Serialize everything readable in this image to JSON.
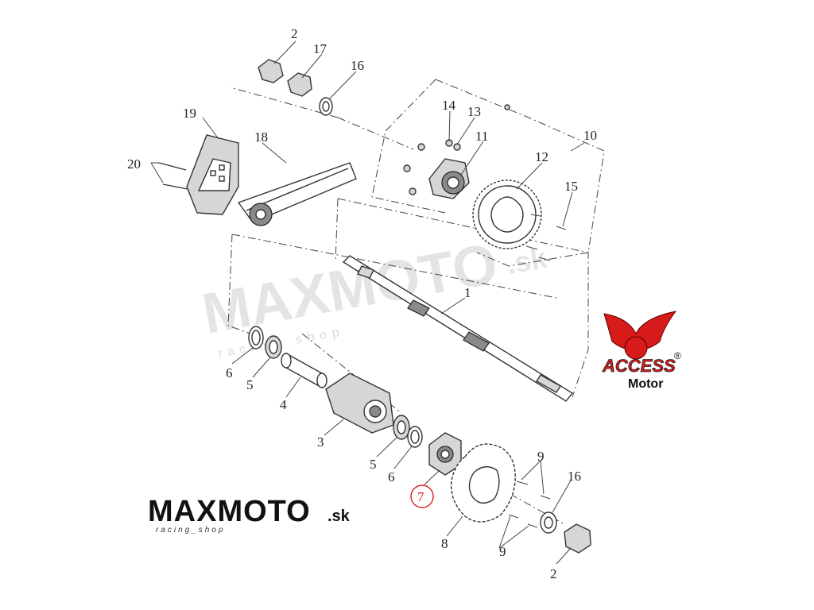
{
  "diagram": {
    "part_labels": [
      "1",
      "2",
      "2",
      "3",
      "4",
      "5",
      "5",
      "6",
      "6",
      "7",
      "8",
      "9",
      "9",
      "10",
      "11",
      "12",
      "13",
      "14",
      "15",
      "16",
      "16",
      "17",
      "18",
      "19",
      "20"
    ],
    "highlighted_label": "7",
    "highlight_color": "#d32020"
  },
  "watermark": {
    "brand_left": "MAXMOTO",
    "brand_suffix": ".sk",
    "tagline": "racing_shop",
    "center_text": "MAXMOTO",
    "center_suffix": ".sk",
    "center_tagline": "racing_shop"
  },
  "access_logo": {
    "brand": "ACCESS",
    "sub": "Motor",
    "registered": "®",
    "color": "#d71a1a"
  }
}
